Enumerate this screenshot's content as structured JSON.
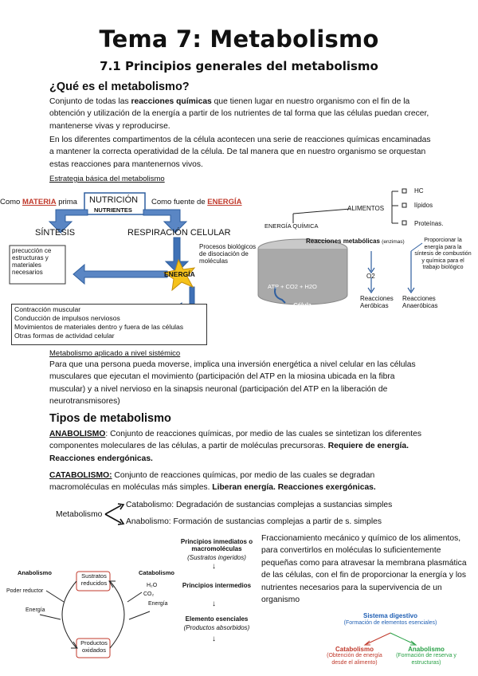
{
  "header": {
    "title": "Tema 7: Metabolismo",
    "subtitle": "7.1 Principios generales del metabolismo"
  },
  "intro": {
    "heading": "¿Qué es el metabolismo?",
    "p1_a": "Conjunto de todas las ",
    "p1_b": "reacciones químicas",
    "p1_c": " que tienen lugar en nuestro organismo con el fin de la obtención y utilización de la energía a partir de los nutrientes de tal forma que las células puedan crecer, mantenerse vivas y reproducirse.",
    "p2": "En los diferentes compartimentos de la célula acontecen una serie de reacciones químicas encaminadas a mantener la correcta operatividad de la célula. De tal manera que en nuestro organismo se orquestan estas reacciones para mantenernos vivos."
  },
  "strategy": {
    "label": "Estrategia básica del metabolismo",
    "materia_pre": "Como ",
    "materia": "MATERIA",
    "materia_post": " prima",
    "nutricion": "NUTRICIÓN",
    "nutrientes": "NUTRIENTES",
    "energia_pre": "Como fuente de ",
    "energia": "ENERGÍA",
    "sintesis": "SÍNTESIS",
    "respiracion": "RESPIRACIÓN CELULAR",
    "sintesis_box": "precucción ce estructuras y materiales necesarios",
    "procesos": "Procesos biológicos de disociación de moléculas",
    "star": "ENERGÍA",
    "uses": [
      "Contracción muscular",
      "Conducción de impulsos nerviosos",
      "Movimientos de materiales dentro y fuera de las células",
      "Otras formas de actividad celular"
    ]
  },
  "cell": {
    "hc": "HC",
    "lipidos": "lípidos",
    "proteinas": "Proteínas.",
    "alimentos": "ALIMENTOS",
    "energia_quimica": "ENERGÍA QUÍMICA",
    "reacciones": "Reacciones metabólicas",
    "enzimas": "(enzimas)",
    "proporcionar": "Proporcionar la energía para la síntesis de combustión y química para el trabajo biológico",
    "o2": "O2",
    "atp": "ATP + CO2 + H2O",
    "celula": "Célula",
    "aerobicas": "Reacciones Aeróbicas",
    "anaerobicas": "Reacciones Anaeróbicas"
  },
  "systemic": {
    "label": "Metabolismo aplicado a nivel sistémico",
    "text": "Para que una persona pueda moverse, implica una inversión energética a nivel celular en las células musculares que ejecutan el movimiento (participación del ATP en la miosina ubicada en la fibra muscular) y a nivel nervioso en la sinapsis neuronal (participación del ATP en la liberación de neurotransmisores)"
  },
  "types": {
    "heading": "Tipos de metabolismo",
    "anab_label": "ANABOLISMO",
    "anab_text": ": Conjunto de reacciones químicas, por medio de las cuales se sintetizan los diferentes componentes moleculares de las células, a partir de moléculas precursoras. ",
    "anab_bold": "Requiere de energía. Reacciones endergónicas.",
    "catab_label": "CATABOLISMO:",
    "catab_text": " Conjunto de reacciones químicas, por medio de las cuales se degradan macromoléculas en moléculas más simples. ",
    "catab_bold": "Liberan energía. Reacciones exergónicas.",
    "metabolismo": "Metabolismo",
    "catab_def": "Catabolismo: Degradación de sustancias complejas a sustancias simples",
    "anab_def": "Anabolismo: Formación de sustancias complejas a partir de s. simples"
  },
  "cycle": {
    "anabolismo": "Anabolismo",
    "catabolismo": "Catabolismo",
    "poder": "Poder reductor",
    "sustratos": "Sustratos reducidos",
    "productos": "Productos oxidados",
    "energia_l": "Energía",
    "energia_r": "Energía",
    "h2o": "H₂O",
    "co2": "CO₂"
  },
  "flow": {
    "principios": "Principios inmediatos o macromoléculas",
    "sustratos": "(Sustratos ingeridos)",
    "intermedios": "Principios intermedios",
    "elemento": "Elemento esenciales",
    "absorbidos": "(Productos absorbidos)"
  },
  "digestion": {
    "text": "Fraccionamiento mecánico y químico de los alimentos, para convertirlos en moléculas lo suficientemente pequeñas como para atravesar la membrana plasmática de las células, con el fin de proporcionar la energía y los nutrientes necesarios para la supervivencia de un organismo"
  },
  "system": {
    "title": "Sistema digestivo",
    "sub": "(Formación de elementos esenciales)",
    "catab": "Catabolismo",
    "catab_sub": "(Obtención de energía desde el alimento)",
    "anab": "Anabolismo",
    "anab_sub": "(Formación de reserva y estructuras)"
  }
}
